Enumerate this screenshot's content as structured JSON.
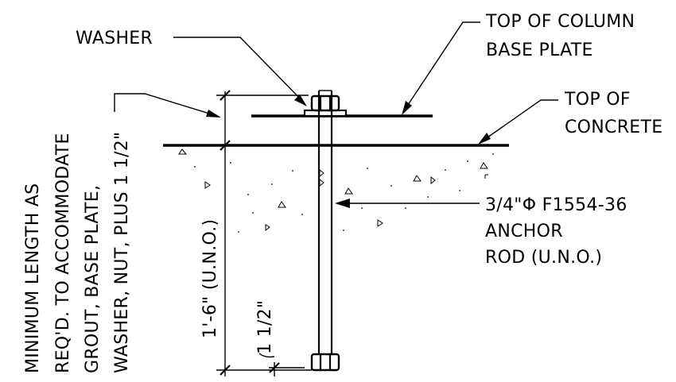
{
  "labels": {
    "washer": "WASHER",
    "top_of_column_line1": "TOP OF COLUMN",
    "top_of_column_line2": "BASE PLATE",
    "top_of_concrete_line1": "TOP OF",
    "top_of_concrete_line2": "CONCRETE",
    "anchor_rod_line1": "3/4\"Φ F1554-36",
    "anchor_rod_line2": "ANCHOR",
    "anchor_rod_line3": "ROD (U.N.O.)",
    "embed_dimension": "1'-6\" (U.N.O.)",
    "projection_dimension": "1 1/2\"",
    "min_length_line1": "MINIMUM LENGTH AS",
    "min_length_line2": "REQ'D. TO ACCOMMODATE",
    "min_length_line3": "GROUT, BASE PLATE,",
    "min_length_line4": "WASHER, NUT, PLUS 1 1/2\""
  }
}
